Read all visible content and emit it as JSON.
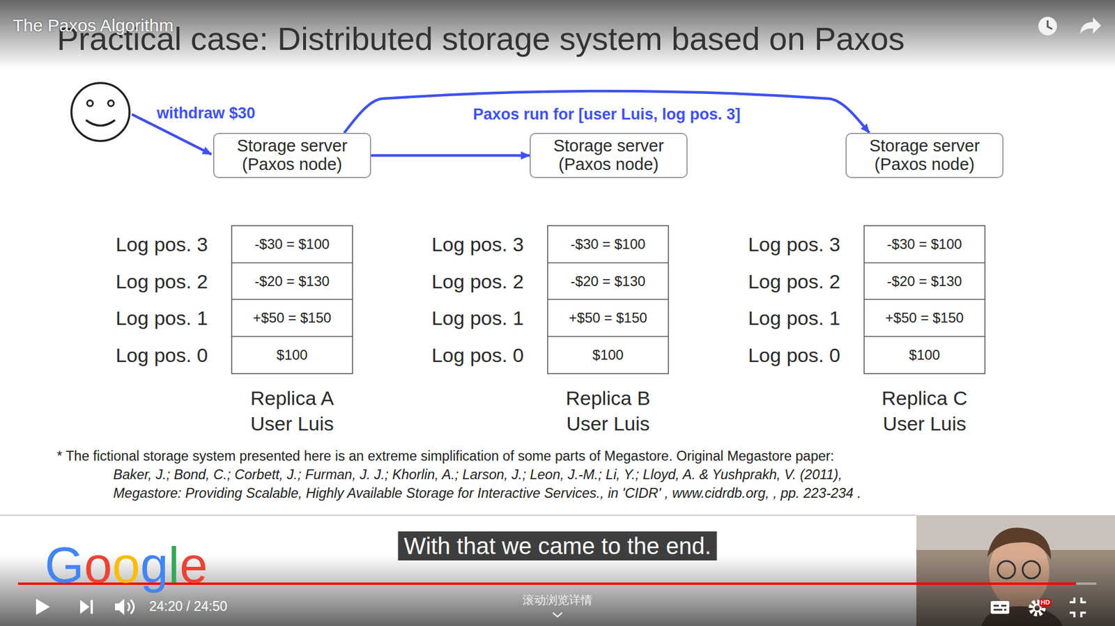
{
  "diagram": {
    "title": "Practical case: Distributed storage system based on Paxos",
    "nodes": [
      {
        "text": [
          "Storage server (Paxos node)"
        ]
      },
      {
        "text": [
          "Storage server (Paxos node)"
        ]
      },
      {
        "text": [
          "Storage server (Paxos node)"
        ]
      }
    ],
    "edges": [
      {
        "from": 0,
        "to": 1,
        "arrow": "to"
      },
      {
        "from": 0,
        "to": 2,
        "arrow": "to",
        "label": "Paxos run for [user Luis, log pos. 3]"
      }
    ],
    "labels": [
      "The Paxos Algorithm",
      "withdraw $30",
      "Log pos. 3",
      "Log pos. 2",
      "Log pos. 1",
      "Log pos. 0",
      "-$30 = $100",
      "-$20 = $130",
      "+$50 = $150",
      "$100",
      "Replica A User Luis",
      "Log pos. 3",
      "Log pos. 2",
      "Log pos. 1",
      "Log pos. 0",
      "-$30 = $100",
      "-$20 = $130",
      "+$50 = $150",
      "$100",
      "Replica B User Luis",
      "Log pos. 3",
      "Log pos. 2",
      "Log pos. 1",
      "Log pos. 0",
      "-$30 = $100",
      "-$20 = $130",
      "+$50 = $150",
      "$100",
      "Replica C User Luis",
      "* The fictional storage system presented here is an extreme simplification of some parts of Megastore. Original Megastore paper:",
      "Baker, J.; Bond, C.; Corbett, J.; Furman, J. J.; Khorlin, A.; Larson, J.; Leon, J.-M.; Li, Y.; Lloyd, A. & Yushprakh, V. (2011),",
      "Megastore: Providing Scalable, Highly Available Storage for Interactive Services., in 'CIDR' , www.cidrdb.org, , pp. 223-234 .",
      "Google",
      "With that we came to the end.",
      "24:20 / 24:50",
      "滚动浏览详情",
      "HD"
    ]
  }
}
